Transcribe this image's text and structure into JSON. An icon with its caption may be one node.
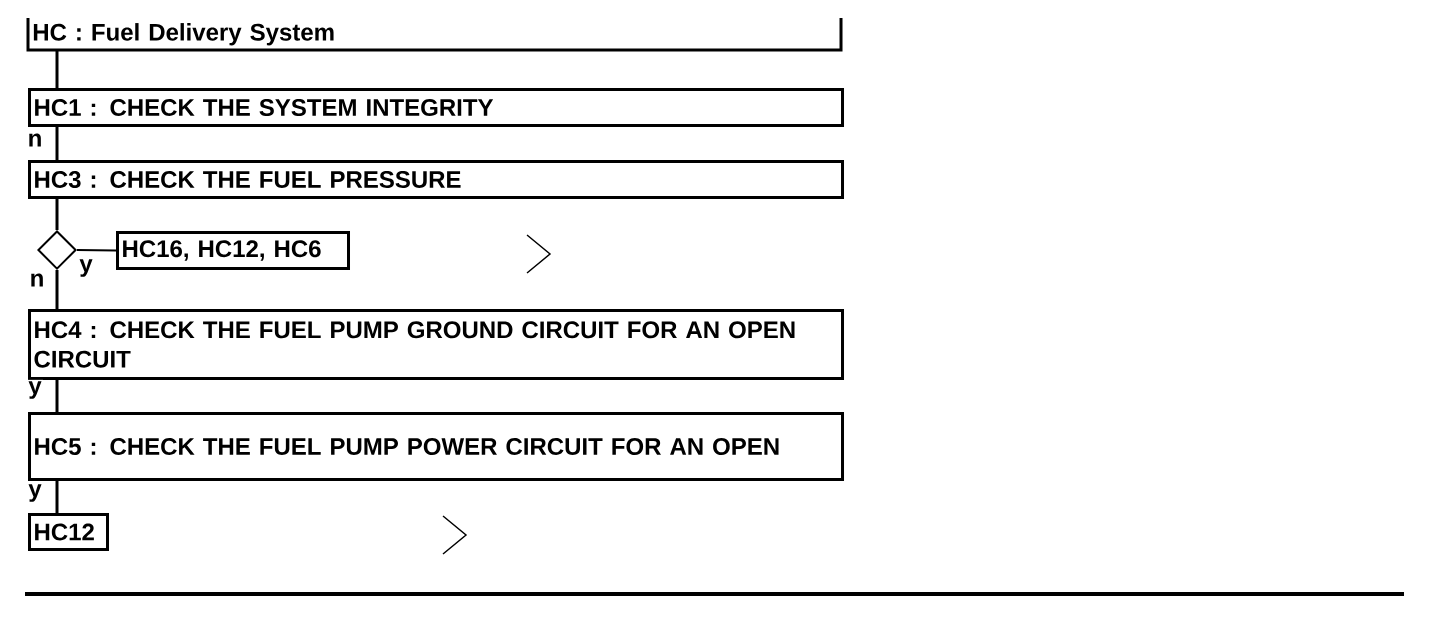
{
  "diagram": {
    "nodes": [
      {
        "text": [
          "HC : Fuel Delivery System"
        ]
      },
      {
        "text": [
          "HC1 : CHECK THE SYSTEM INTEGRITY"
        ]
      },
      {
        "text": [
          "HC3 : CHECK THE FUEL PRESSURE"
        ]
      },
      {
        "text": [],
        "shape": "diamond"
      },
      {
        "text": [
          "HC16, HC12, HC6"
        ]
      },
      {
        "text": [
          "HC4 : CHECK THE FUEL PUMP GROUND CIRCUIT FOR AN OPEN CIRCUIT"
        ]
      },
      {
        "text": [
          "HC5 : CHECK THE FUEL PUMP POWER CIRCUIT FOR AN OPEN"
        ]
      },
      {
        "text": [
          "HC12"
        ]
      }
    ],
    "edges": [
      {
        "from": 0,
        "to": 1,
        "arrow": "none"
      },
      {
        "from": 1,
        "to": 2,
        "arrow": "none",
        "label": "n"
      },
      {
        "from": 2,
        "to": 3,
        "arrow": "none"
      },
      {
        "from": 3,
        "to": 4,
        "arrow": "none",
        "label": "y"
      },
      {
        "from": 3,
        "to": 5,
        "arrow": "none",
        "label": "n"
      },
      {
        "from": 5,
        "to": 6,
        "arrow": "none",
        "label": "y"
      },
      {
        "from": 6,
        "to": 7,
        "arrow": "none",
        "label": "y"
      }
    ]
  }
}
